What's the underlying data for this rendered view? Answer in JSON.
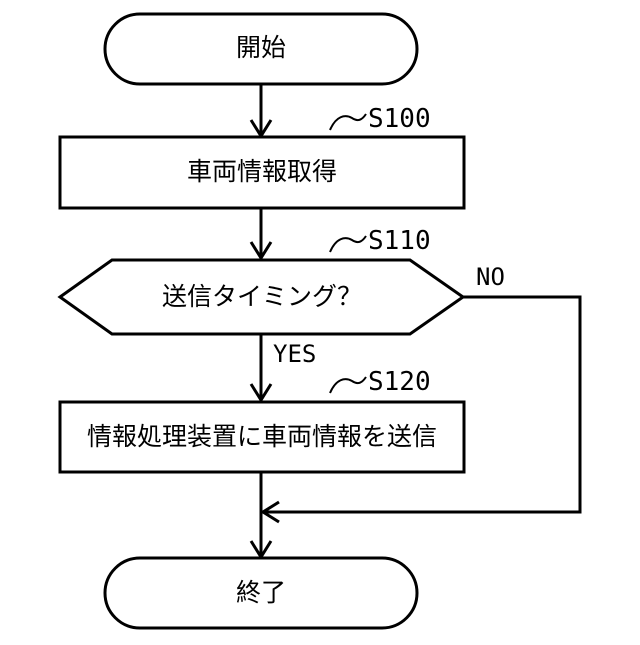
{
  "flowchart": {
    "start": {
      "label": "開始"
    },
    "s100": {
      "step_id": "S100",
      "label": "車両情報取得"
    },
    "s110": {
      "step_id": "S110",
      "label": "送信タイミング？",
      "yes_label": "YES",
      "no_label": "NO"
    },
    "s120": {
      "step_id": "S120",
      "label": "情報処理装置に車両情報を送信"
    },
    "end": {
      "label": "終了"
    }
  }
}
